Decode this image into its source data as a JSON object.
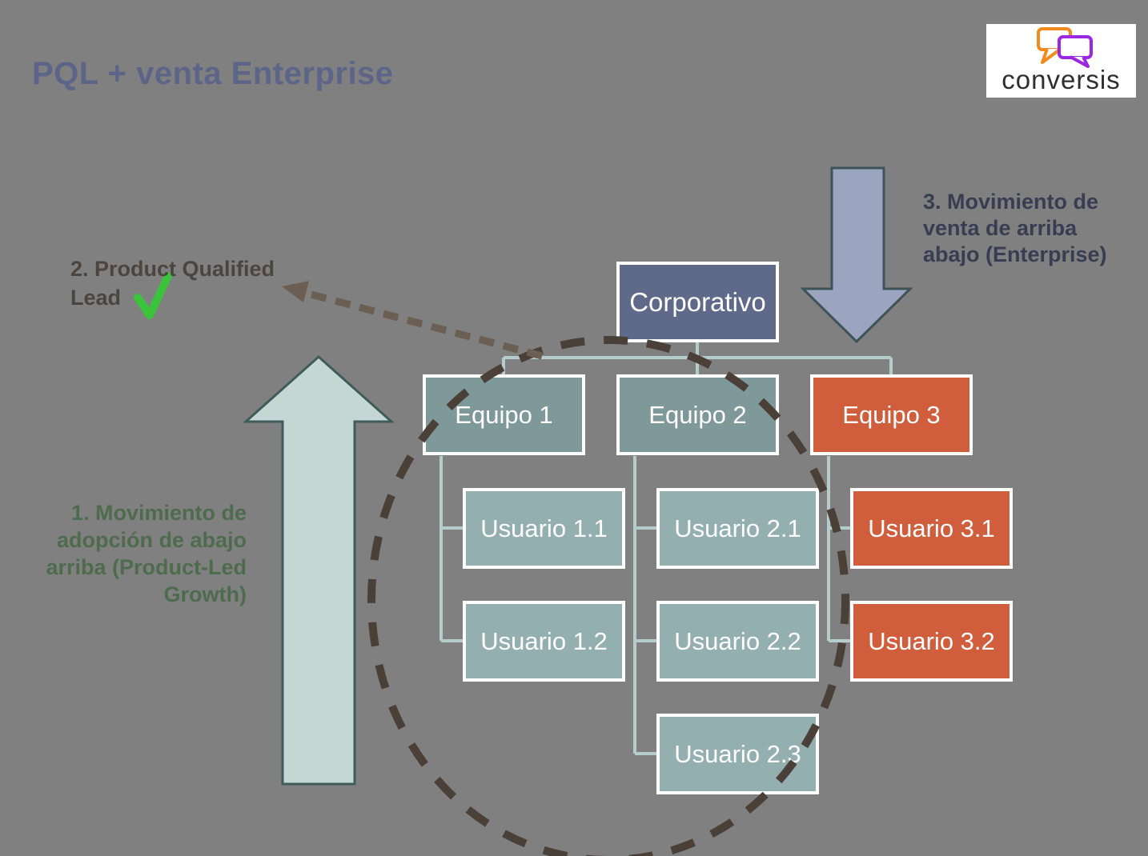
{
  "slide": {
    "title": "PQL + venta Enterprise",
    "background_color": "#808080",
    "title_color": "#5c6588"
  },
  "logo": {
    "text": "conversis",
    "text_color": "#2e2e2e",
    "bubble_left_color": "#f08a1d",
    "bubble_right_color": "#9b27e0"
  },
  "annotations": {
    "adoption": {
      "lines": [
        "1. Movimiento de",
        "adopción de abajo",
        "arriba (Product-Led",
        "Growth)"
      ],
      "color": "#4e6b4e"
    },
    "pql": {
      "lines": [
        "2. Product Qualified",
        "Lead"
      ],
      "color": "#4c453f"
    },
    "sales": {
      "lines": [
        "3. Movimiento de",
        "venta de arriba",
        "abajo (Enterprise)"
      ],
      "color": "#383d51"
    }
  },
  "org": {
    "root": {
      "label": "Corporativo",
      "fill": "#5f6a8b"
    },
    "teams": [
      {
        "label": "Equipo 1",
        "fill": "#7f9899"
      },
      {
        "label": "Equipo 2",
        "fill": "#7f9899"
      },
      {
        "label": "Equipo 3",
        "fill": "#d05d3c"
      }
    ],
    "users": [
      {
        "label": "Usuario 1.1",
        "fill": "#93afaf"
      },
      {
        "label": "Usuario 2.1",
        "fill": "#93afaf"
      },
      {
        "label": "Usuario 3.1",
        "fill": "#d05d3c"
      },
      {
        "label": "Usuario 1.2",
        "fill": "#93afaf"
      },
      {
        "label": "Usuario 2.2",
        "fill": "#93afaf"
      },
      {
        "label": "Usuario 3.2",
        "fill": "#d05d3c"
      },
      {
        "label": "Usuario 2.3",
        "fill": "#93afaf"
      }
    ]
  },
  "colors": {
    "connector": "#b5cccd",
    "up_arrow_fill": "#c4d7d3",
    "up_arrow_stroke": "#3f5c5a",
    "down_arrow_fill": "#9ba5bf",
    "down_arrow_stroke": "#3e5358",
    "circle_dash": "#4a4038",
    "arrow_dash": "#6b5e53",
    "check_green": "#3bc43b"
  }
}
